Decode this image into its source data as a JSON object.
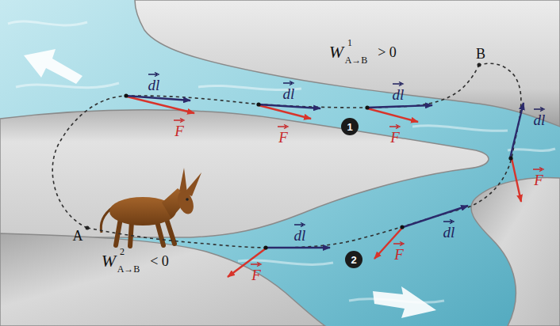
{
  "diagram": {
    "nodes": [
      {
        "text": [
          "1"
        ]
      },
      {
        "text": [
          "2"
        ]
      }
    ],
    "labels": [
      "B",
      "W",
      "1",
      "A→B",
      "> 0",
      "A",
      "W",
      "2",
      "A→B",
      "< 0",
      "dl",
      "dl",
      "dl",
      "dl",
      "dl",
      "dl",
      "F",
      "F",
      "F",
      "F",
      "F",
      "F"
    ]
  }
}
